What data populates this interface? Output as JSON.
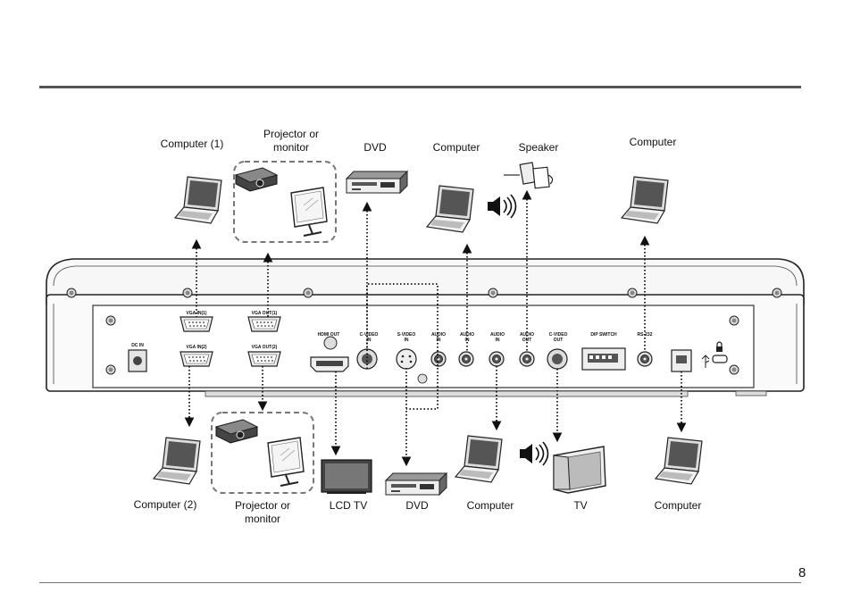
{
  "page": {
    "number": "8"
  },
  "labels": {
    "computer_1": "Computer (1)",
    "projector_top": "Projector or\nmonitor",
    "dvd_top": "DVD",
    "computer_top_a": "Computer",
    "speaker": "Speaker",
    "computer_top_b": "Computer",
    "computer_2": "Computer (2)",
    "projector_bottom": "Projector or\nmonitor",
    "lcd_tv": "LCD TV",
    "dvd_bottom": "DVD",
    "computer_bottom_a": "Computer",
    "tv": "TV",
    "computer_bottom_b": "Computer"
  },
  "ports": {
    "vga_in_1": "VGA IN(1)",
    "vga_out_1": "VGA OUT(1)",
    "dc_in": "DC IN",
    "vga_in_2": "VGA IN(2)",
    "vga_out_2": "VGA OUT(2)",
    "hdmi_out": "HDMI OUT",
    "c_video_in": "C-VIDEO",
    "c_video_in_2": "IN",
    "s_video_in": "S-VIDEO",
    "s_video_in_2": "IN",
    "audio_in_a": "AUDIO",
    "audio_in_a_2": "IN",
    "audio_in_b": "AUDIO",
    "audio_in_b_2": "IN",
    "audio_in_c": "AUDIO",
    "audio_in_c_2": "IN",
    "audio_out": "AUDIO",
    "audio_out_2": "OUT",
    "c_video_out": "C-VIDEO",
    "c_video_out_2": "OUT",
    "dip_switch": "DIP SWITCH",
    "rs232": "RS-232"
  }
}
